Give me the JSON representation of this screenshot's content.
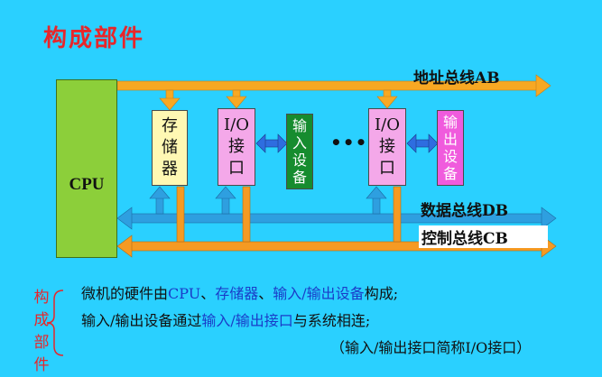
{
  "title": "构成部件",
  "cpu_label": "CPU",
  "blocks": {
    "memory": [
      "存",
      "储",
      "器"
    ],
    "io_left": [
      "I/O",
      "接",
      "口"
    ],
    "input_device": [
      "输",
      "入",
      "设",
      "备"
    ],
    "io_right": [
      "I/O",
      "接",
      "口"
    ],
    "output_device": [
      "输",
      "出",
      "设",
      "备"
    ]
  },
  "ellipsis": "•••",
  "buses": {
    "address": "地址总线AB",
    "data": "数据总线DB",
    "control": "控制总线CB"
  },
  "colors": {
    "background": "#2ad0ff",
    "title": "#e8262a",
    "address_bus": "#f7a823",
    "data_bus": "#2e9fe0",
    "control_bus": "#f59a23",
    "cpu": "#8ccf3a",
    "input_device": "#168c2f",
    "output_device": "#f05bdd",
    "io": "#f4a8e9",
    "memory": "#fff8b3",
    "highlight": "#1a3cc8"
  },
  "side_label": [
    "构",
    "成",
    "部",
    "件"
  ],
  "notes": {
    "line1": {
      "a": "微机的硬件由",
      "b": "CPU",
      "c": "、",
      "d": "存储器",
      "e": "、",
      "f": "输入/输出设备",
      "g": "构成;"
    },
    "line2": {
      "a": "输入/输出设备通过",
      "b": "输入/输出接口",
      "c": "与系统相连;"
    },
    "line3": "（输入/输出接口简称I/O接口）"
  }
}
